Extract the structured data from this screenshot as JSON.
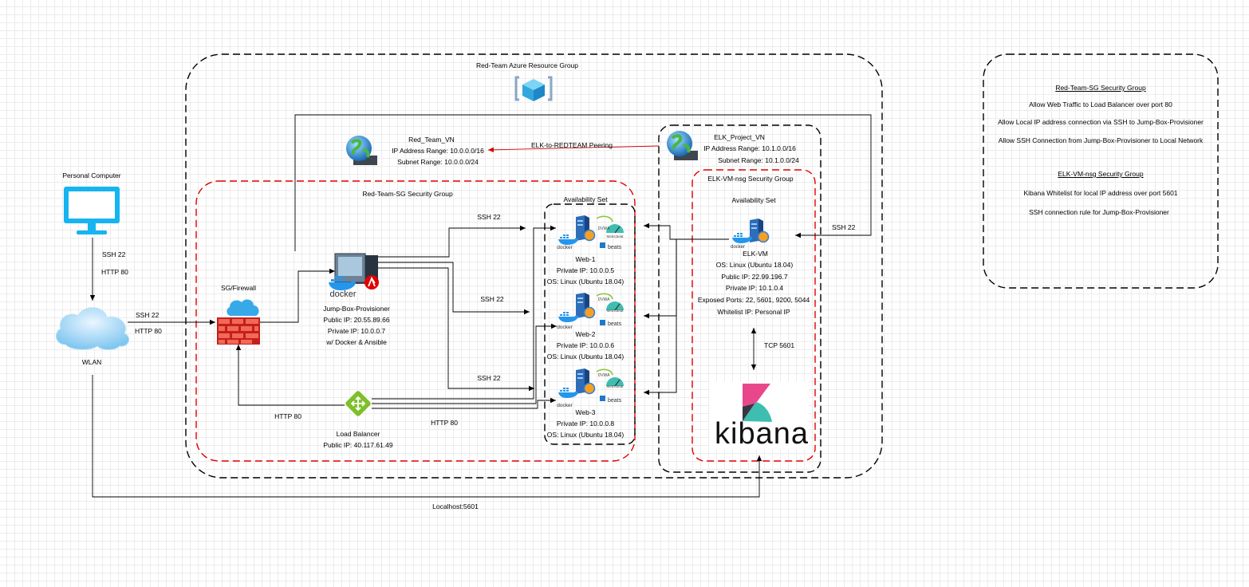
{
  "groups": {
    "resource_group": "Red-Team Azure Resource Group",
    "red_sg": "Red-Team-SG Security Group",
    "availability_set_red": "Availability Set",
    "elk_nsg": "ELK-VM-nsg Security Group",
    "availability_set_elk": "Availability Set"
  },
  "vnets": {
    "red": {
      "name": "Red_Team_VN",
      "ip_range": "IP Address Range: 10.0.0.0/16",
      "subnet": "Subnet Range: 10.0.0.0/24"
    },
    "elk": {
      "name": "ELK_Project_VN",
      "ip_range": "IP Address Range: 10.1.0.0/16",
      "subnet": "Subnet Range: 10.1.0.0/24"
    },
    "peering": "ELK-to-REDTEAM Peering"
  },
  "personal_computer": "Personal Computer",
  "wlan": "WLAN",
  "firewall": "SG/Firewall",
  "jump_box": {
    "name": "Jump-Box-Provisioner",
    "public_ip": "Public IP: 20.55.89.66",
    "private_ip": "Private IP: 10.0.0.7",
    "note": "w/ Docker & Ansible"
  },
  "load_balancer": {
    "name": "Load Balancer",
    "public_ip": "Public IP: 40.117.61.49"
  },
  "webs": [
    {
      "name": "Web-1",
      "private_ip": "Private IP: 10.0.0.5",
      "os": "OS: Linux (Ubuntu 18.04)"
    },
    {
      "name": "Web-2",
      "private_ip": "Private IP: 10.0.0.6",
      "os": "OS: Linux (Ubuntu 18.04)"
    },
    {
      "name": "Web-3",
      "private_ip": "Private IP: 10.0.0.8",
      "os": "OS: Linux (Ubuntu 18.04)"
    }
  ],
  "elk_vm": {
    "name": "ELK-VM",
    "os": "OS: Linux (Ubuntu 18.04)",
    "public_ip": "Public IP: 22.99.196.7",
    "private_ip": "Private IP: 10.1.0.4",
    "ports": "Exposed Ports: 22, 5601, 9200, 5044",
    "whitelist": "Whitelist IP: Personal IP"
  },
  "edge_labels": {
    "pc_ssh": "SSH  22",
    "pc_http": "HTTP 80",
    "wlan_ssh": "SSH  22",
    "wlan_http": "HTTP 80",
    "web1_ssh": "SSH  22",
    "web2_ssh": "SSH  22",
    "web3_ssh": "SSH  22",
    "fw_lb_http": "HTTP 80",
    "lb_web_http": "HTTP 80",
    "elk_ssh": "SSH 22",
    "tcp": "TCP 5601",
    "localhost": "Localhost:5601"
  },
  "kibana_label": "kibana",
  "logo_text": {
    "docker": "docker",
    "dvwa": "DVWA",
    "metricbeat": "Metricbeat",
    "beats": "beats"
  },
  "rules": {
    "red_title": "Red-Team-SG Security Group",
    "red_items": [
      "Allow Web Traffic to Load Balancer over port 80",
      "Allow Local IP address connection via SSH to Jump-Box-Provisioner",
      "Allow SSH Connection from Jump-Box-Provisioner to Local Network"
    ],
    "elk_title": "ELK-VM-nsg Security Group",
    "elk_items": [
      "Kibana Whitelist for local IP address over port 5601",
      "SSH connection rule for Jump-Box-Provisioner"
    ]
  },
  "colors": {
    "red_border": "#e00000",
    "peering": "#d40000",
    "monitor": "#16b4f0",
    "kibana_pink": "#e8488b",
    "kibana_teal": "#3ebeb0"
  }
}
